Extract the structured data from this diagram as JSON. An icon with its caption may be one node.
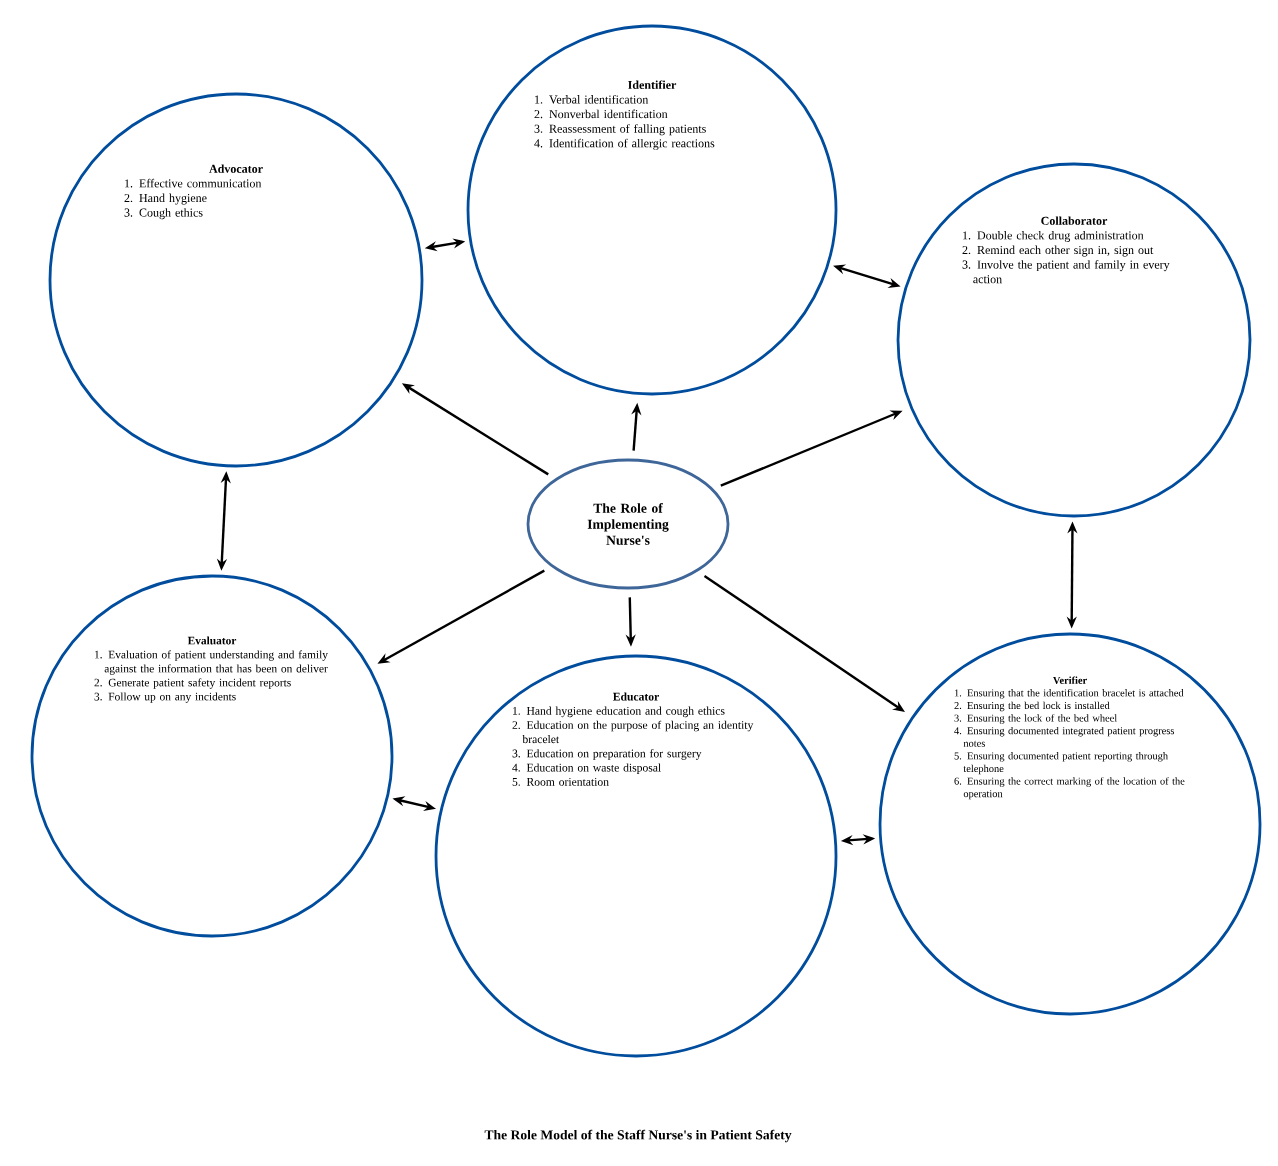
{
  "diagram": {
    "caption": "The Role Model of the Staff Nurse's in Patient Safety",
    "nodes": [
      {
        "text": [
          "The Role of Implementing Nurse's"
        ]
      },
      {
        "text": [
          "Advocator",
          "1. Effective communication",
          "2. Hand hygiene",
          "3. Cough ethics"
        ]
      },
      {
        "text": [
          "Identifier",
          "1. Verbal identification",
          "2. Nonverbal identification",
          "3. Reassessment of falling patients",
          "4. Identification of allergic reactions"
        ]
      },
      {
        "text": [
          "Collaborator",
          "1. Double check drug administration",
          "2. Remind each other sign in, sign out",
          "3. Involve the patient and family in every action"
        ]
      },
      {
        "text": [
          "Evaluator",
          "1. Evaluation of patient understanding and family against the information that has been on deliver",
          "2. Generate patient safety incident reports",
          "3. Follow up on any incidents"
        ]
      },
      {
        "text": [
          "Educator",
          "1. Hand hygiene education and cough ethics",
          "2. Education on the purpose of placing an identity bracelet",
          "3. Education on preparation for surgery",
          "4. Education on waste disposal",
          "5. Room orientation"
        ]
      },
      {
        "text": [
          "Verifier",
          "1. Ensuring that the identification bracelet is attached",
          "2. Ensuring the bed lock is installed",
          "3. Ensuring the lock of the bed wheel",
          "4. Ensuring documented integrated patient progress notes",
          "5. Ensuring documented patient reporting through telephone",
          "6. Ensuring the correct marking of the location of the operation"
        ]
      }
    ],
    "edges": [
      {
        "from": 0,
        "to": 1,
        "arrow": "to"
      },
      {
        "from": 0,
        "to": 2,
        "arrow": "to"
      },
      {
        "from": 0,
        "to": 3,
        "arrow": "to"
      },
      {
        "from": 0,
        "to": 4,
        "arrow": "to"
      },
      {
        "from": 0,
        "to": 5,
        "arrow": "to"
      },
      {
        "from": 0,
        "to": 6,
        "arrow": "to"
      },
      {
        "from": 1,
        "to": 2,
        "arrow": "both"
      },
      {
        "from": 2,
        "to": 3,
        "arrow": "both"
      },
      {
        "from": 3,
        "to": 6,
        "arrow": "both"
      },
      {
        "from": 6,
        "to": 5,
        "arrow": "both"
      },
      {
        "from": 5,
        "to": 4,
        "arrow": "both"
      },
      {
        "from": 4,
        "to": 1,
        "arrow": "both"
      }
    ]
  }
}
